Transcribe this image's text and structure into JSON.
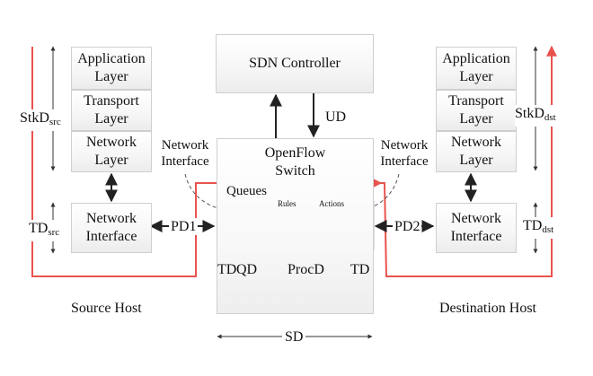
{
  "sdn_controller": "SDN Controller",
  "switch": {
    "line1": "OpenFlow",
    "line2": "Switch",
    "queues": "Queues",
    "rules": "Rules",
    "actions": "Actions"
  },
  "src_host": {
    "app": [
      "Application",
      "Layer"
    ],
    "transport": [
      "Transport",
      "Layer"
    ],
    "network": [
      "Network",
      "Layer"
    ],
    "nic": [
      "Network",
      "Interface"
    ],
    "label": "Source Host",
    "stk_main": "StkD",
    "stk_sub": "src",
    "td_main": "TD",
    "td_sub": "src"
  },
  "dst_host": {
    "app": [
      "Application",
      "Layer"
    ],
    "transport": [
      "Transport",
      "Layer"
    ],
    "network": [
      "Network",
      "Layer"
    ],
    "nic": [
      "Network",
      "Interface"
    ],
    "label": "Destination Host",
    "stk_main": "StkD",
    "stk_sub": "dst",
    "td_main": "TD",
    "td_sub": "dst"
  },
  "netif_left": [
    "Network",
    "Interface"
  ],
  "netif_right": [
    "Network",
    "Interface"
  ],
  "labels": {
    "ud": "UD",
    "pd1": "PD1",
    "pd2": "PD2",
    "td1": "TD",
    "qd": "QD",
    "procd": "ProcD",
    "td2": "TD",
    "sd": "SD"
  },
  "colors": {
    "path": "#e8534f",
    "box_border": "#cfcfcf",
    "arrow": "#222222",
    "dashed": "#555555"
  }
}
